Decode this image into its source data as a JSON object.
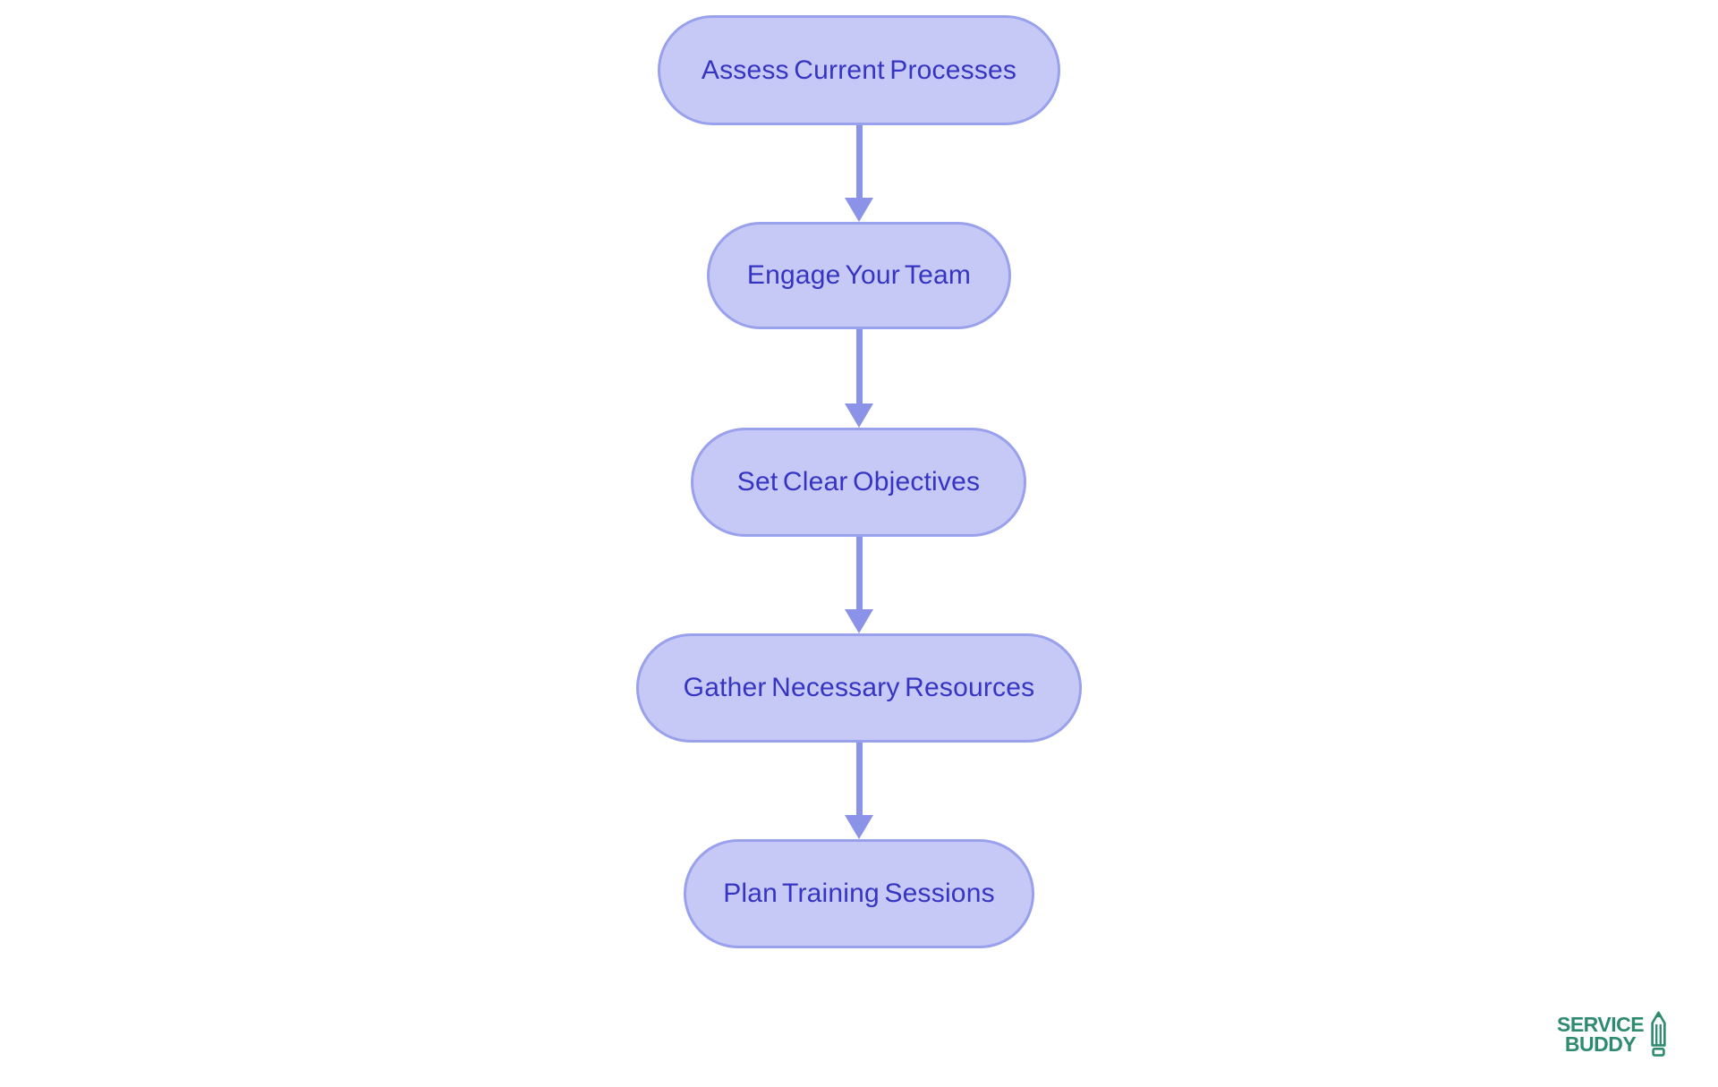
{
  "colors": {
    "background": "#ffffff",
    "node_fill": "#c6c9f6",
    "node_border": "#9aa1ec",
    "node_text": "#3634c3",
    "arrow": "#8b93e9",
    "logo_green": "#2e8b6e"
  },
  "flowchart": {
    "type": "vertical-flow",
    "nodes": [
      {
        "label": "Assess Current Processes"
      },
      {
        "label": "Engage Your Team"
      },
      {
        "label": "Set Clear Objectives"
      },
      {
        "label": "Gather Necessary Resources"
      },
      {
        "label": "Plan Training Sessions"
      }
    ],
    "connections": [
      {
        "from": 0,
        "to": 1
      },
      {
        "from": 1,
        "to": 2
      },
      {
        "from": 2,
        "to": 3
      },
      {
        "from": 3,
        "to": 4
      }
    ]
  },
  "logo": {
    "line1": "SERVICE",
    "line2": "BUDDY"
  }
}
